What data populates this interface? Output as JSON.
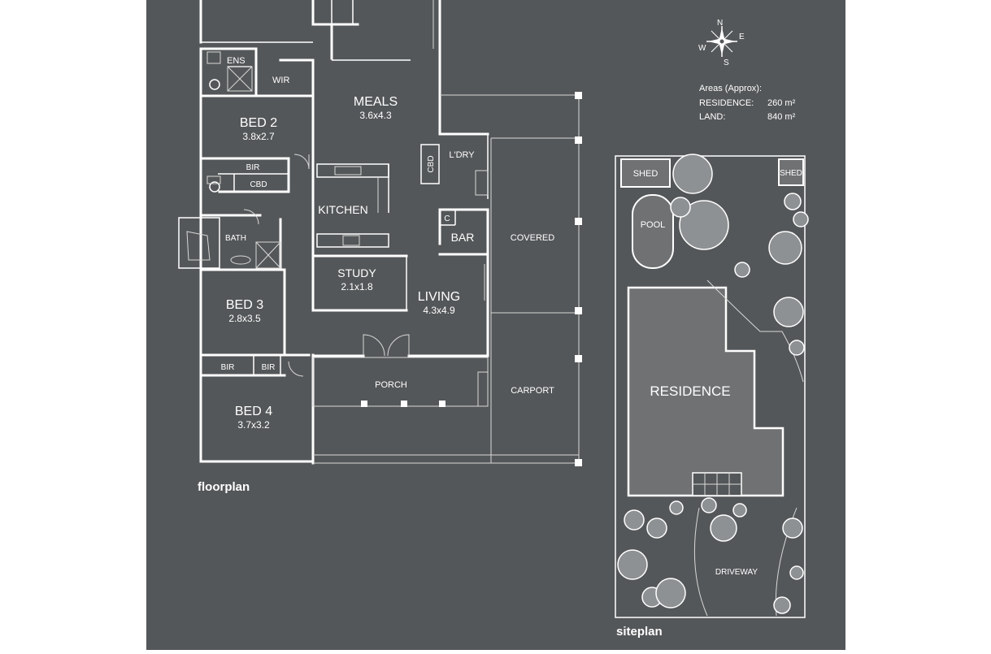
{
  "colors": {
    "background": "#545759",
    "wall": "#ffffff",
    "residence_fill": "#6f7173",
    "tree": "#8e9193"
  },
  "compass": {
    "n": "N",
    "e": "E",
    "s": "S",
    "w": "W"
  },
  "areas": {
    "heading": "Areas (Approx):",
    "residence_label": "RESIDENCE:",
    "residence_value": "260 m²",
    "land_label": "LAND:",
    "land_value": "840 m²"
  },
  "floorplan": {
    "caption": "floorplan",
    "rooms": {
      "ens": "ENS",
      "wir": "WIR",
      "meals": {
        "name": "MEALS",
        "dim": "3.6x4.3"
      },
      "bed2": {
        "name": "BED 2",
        "dim": "3.8x2.7"
      },
      "bir1": "BIR",
      "cbd1": "CBD",
      "cbd2": "CBD",
      "ldry": "L'DRY",
      "kitchen": "KITCHEN",
      "c": "C",
      "bar": "BAR",
      "covered": "COVERED",
      "bath": "BATH",
      "study": {
        "name": "STUDY",
        "dim": "2.1x1.8"
      },
      "living": {
        "name": "LIVING",
        "dim": "4.3x4.9"
      },
      "bed3": {
        "name": "BED 3",
        "dim": "2.8x3.5"
      },
      "bir2": "BIR",
      "bir3": "BIR",
      "porch": "PORCH",
      "carport": "CARPORT",
      "bed4": {
        "name": "BED 4",
        "dim": "3.7x3.2"
      }
    }
  },
  "siteplan": {
    "caption": "siteplan",
    "shed1": "SHED",
    "shed2": "SHED",
    "pool": "POOL",
    "residence": "RESIDENCE",
    "driveway": "DRIVEWAY"
  }
}
